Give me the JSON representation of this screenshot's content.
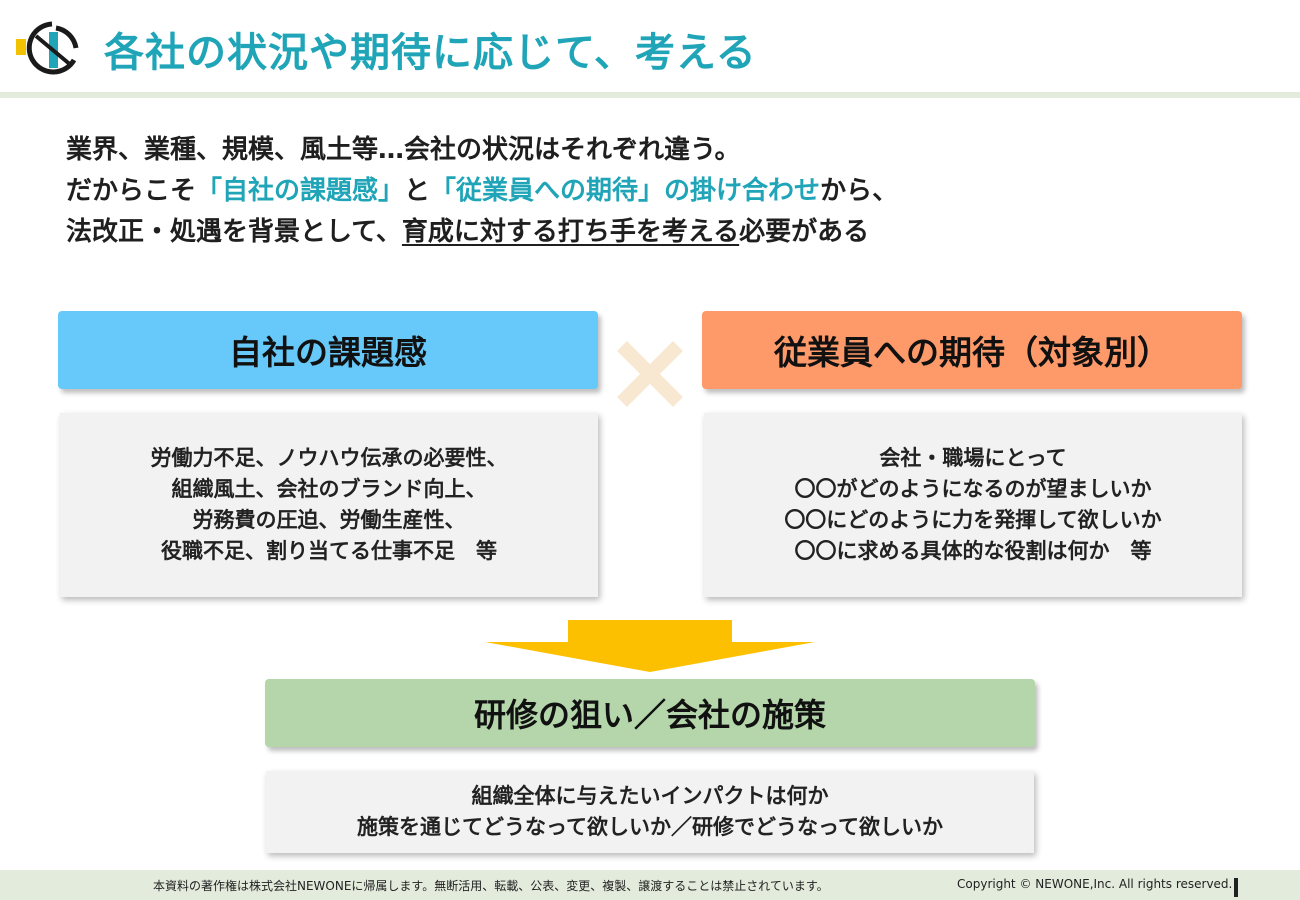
{
  "header": {
    "title": "各社の状況や期待に応じて、考える"
  },
  "intro": {
    "line1": "業界、業種、規模、風土等…会社の状況はそれぞれ違う。",
    "line2_prefix": "だからこそ",
    "line2_hl1": "「自社の課題感」",
    "line2_mid": "と",
    "line2_hl2": "「従業員への期待」の掛け合わせ",
    "line2_suffix": "から、",
    "line3_prefix": "法改正・処遇を背景として、",
    "line3_underline": "育成に対する打ち手を考える",
    "line3_suffix": "必要がある"
  },
  "left": {
    "heading": "自社の課題感",
    "lines": [
      "労働力不足、ノウハウ伝承の必要性、",
      "組織風土、会社のブランド向上、",
      "労務費の圧迫、労働生産性、",
      "役職不足、割り当てる仕事不足　等"
    ]
  },
  "right": {
    "heading": "従業員への期待（対象別）",
    "lines": [
      "会社・職場にとって",
      "〇〇がどのようになるのが望ましいか",
      "〇〇にどのように力を発揮して欲しいか",
      "〇〇に求める具体的な役割は何か　等"
    ]
  },
  "bottom": {
    "heading": "研修の狙い／会社の施策",
    "lines": [
      "組織全体に与えたいインパクトは何か",
      "施策を通じてどうなって欲しいか／研修でどうなって欲しいか"
    ]
  },
  "footer": {
    "notice": "本資料の著作権は株式会社NEWONEに帰属します。無断活用、転載、公表、変更、複製、譲渡することは禁止されています。",
    "copyright": "Copyright © NEWONE,Inc.  All rights reserved."
  },
  "colors": {
    "accent": "#1fa5b7",
    "left_heading": "#66c9f9",
    "right_heading": "#fe9a6a",
    "bottom_heading": "#b4d6aa",
    "arrow": "#fdc000",
    "cross": "#f8e8d2"
  }
}
